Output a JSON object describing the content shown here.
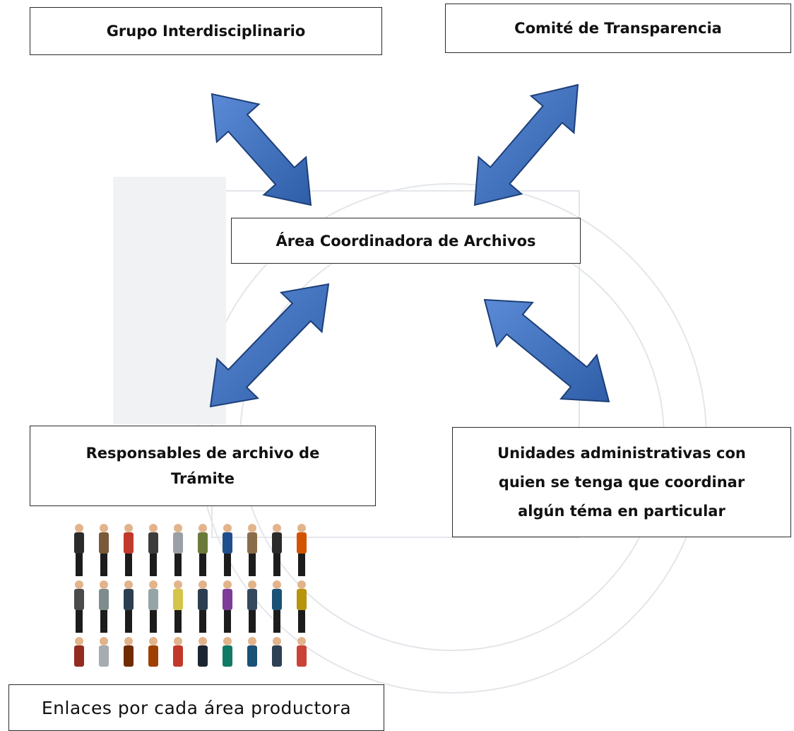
{
  "nodes": {
    "grupo": "Grupo Interdisciplinario",
    "comite": "Comité de Transparencia",
    "area": "Área Coordinadora de Archivos",
    "responsables": [
      "Responsables de archivo de",
      "Trámite"
    ],
    "unidades": [
      "Unidades administrativas con",
      "quien se tenga que coordinar",
      "algún téma en particular"
    ],
    "enlaces": "Enlaces por cada área productora"
  },
  "colors": {
    "arrow_fill": "#3f6fbf",
    "arrow_stroke": "#1e3f78",
    "box_border": "#2a2a2a"
  },
  "edges": [
    {
      "from": "grupo",
      "to": "area",
      "type": "double-arrow"
    },
    {
      "from": "comite",
      "to": "area",
      "type": "double-arrow"
    },
    {
      "from": "area",
      "to": "responsables",
      "type": "double-arrow"
    },
    {
      "from": "area",
      "to": "unidades",
      "type": "double-arrow"
    }
  ],
  "icons": [
    "watermark-seal-icon",
    "people-group-icon"
  ]
}
